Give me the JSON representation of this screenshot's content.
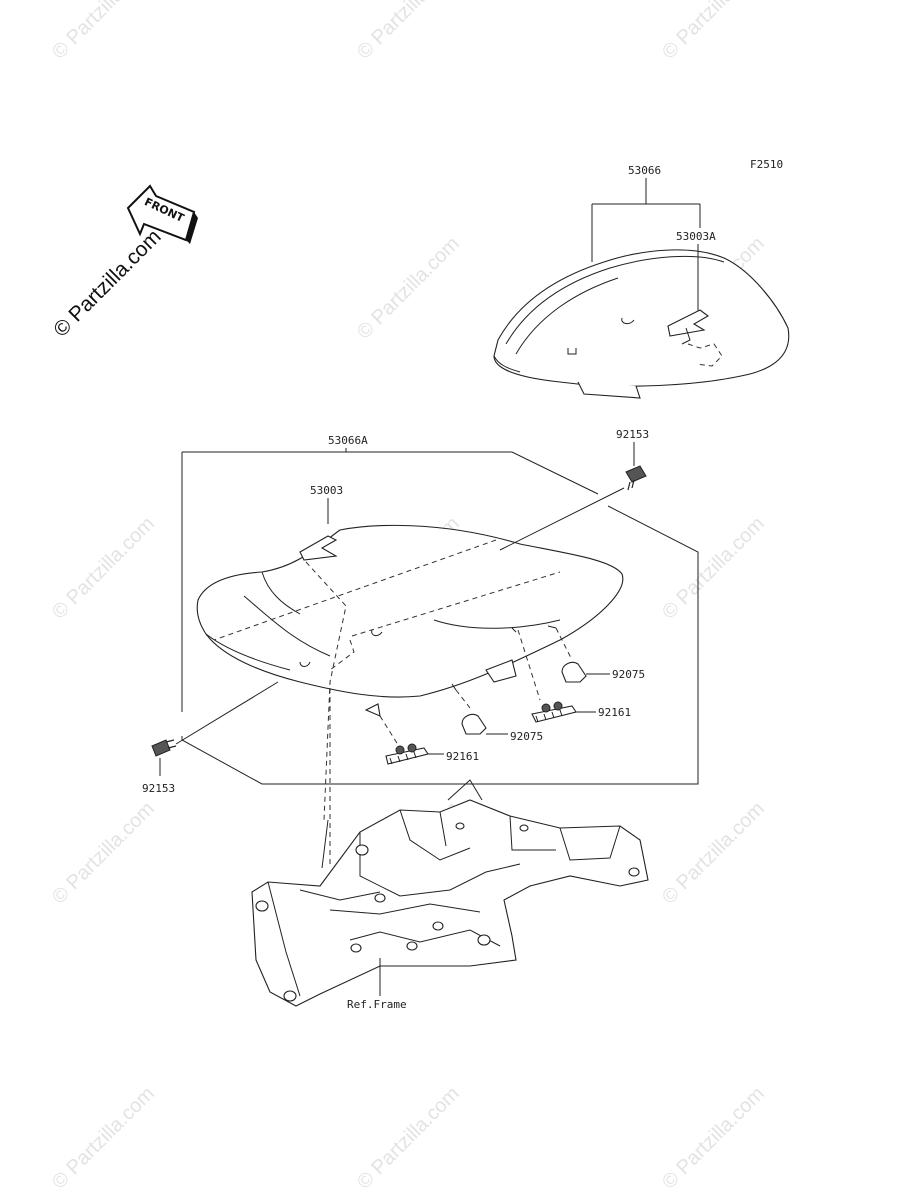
{
  "diagram_code": "F2510",
  "watermark": "© Partzilla.com",
  "watermark_main": "© Partzilla.com",
  "front_arrow_label": "FRONT",
  "parts": {
    "seat_assy_rear": "53066",
    "strap_rear": "53003A",
    "seat_assy_front": "53066A",
    "strap_front": "53003",
    "bolt_right": "92153",
    "bolt_left": "92153",
    "damper_right": "92075",
    "damper_center": "92075",
    "clip_right": "92161",
    "clip_center": "92161",
    "frame_ref": "Ref.Frame"
  }
}
